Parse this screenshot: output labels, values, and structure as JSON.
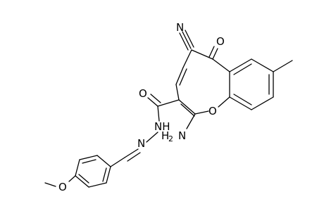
{
  "molecule": {
    "labels": {
      "nitrogen_nitrile": "N",
      "oxygen_ketone": "O",
      "oxygen_amide": "O",
      "oxygen_ring": "O",
      "nh_hydrazide": "NH",
      "n_hydrazone": "N",
      "amino_main": "H",
      "amino_sub": "2",
      "amino_n": "N",
      "methoxy_o": "O"
    },
    "colors": {
      "ink": "#000000",
      "background": "#ffffff"
    }
  }
}
